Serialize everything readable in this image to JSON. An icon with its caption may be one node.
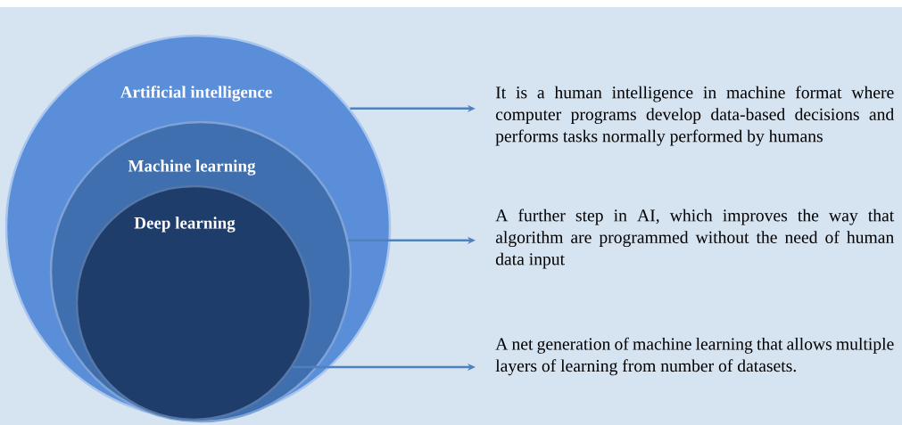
{
  "diagram": {
    "nodes": [
      {
        "text": [
          "Artificial intelligence"
        ]
      },
      {
        "text": [
          "Machine learning"
        ],
        "in": 0
      },
      {
        "text": [
          "Deep learning"
        ],
        "in": 1
      },
      {
        "text": [
          "It is a human intelligence in machine format where computer programs develop data-based decisions and performs tasks normally performed by humans"
        ]
      },
      {
        "text": [
          "A further step in AI, which improves the way that algorithm are programmed without the need of human data input"
        ]
      },
      {
        "text": [
          "A net generation of machine learning that allows multiple layers of learning from number of datasets."
        ]
      }
    ],
    "edges": [
      {
        "from": 0,
        "to": 3,
        "arrow": "to"
      },
      {
        "from": 1,
        "to": 4,
        "arrow": "to"
      },
      {
        "from": 2,
        "to": 5,
        "arrow": "to"
      }
    ]
  }
}
